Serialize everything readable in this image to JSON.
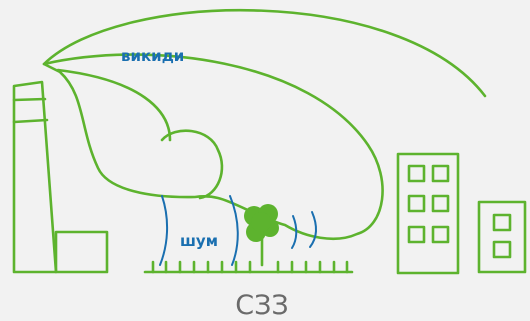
{
  "labels": {
    "emissions": "викиди",
    "noise": "шум",
    "zone": "СЗЗ"
  },
  "colors": {
    "green": "#5db32e",
    "blue": "#1a6fb0",
    "text_gray": "#6a6a6a",
    "background": "#f2f2f2"
  }
}
